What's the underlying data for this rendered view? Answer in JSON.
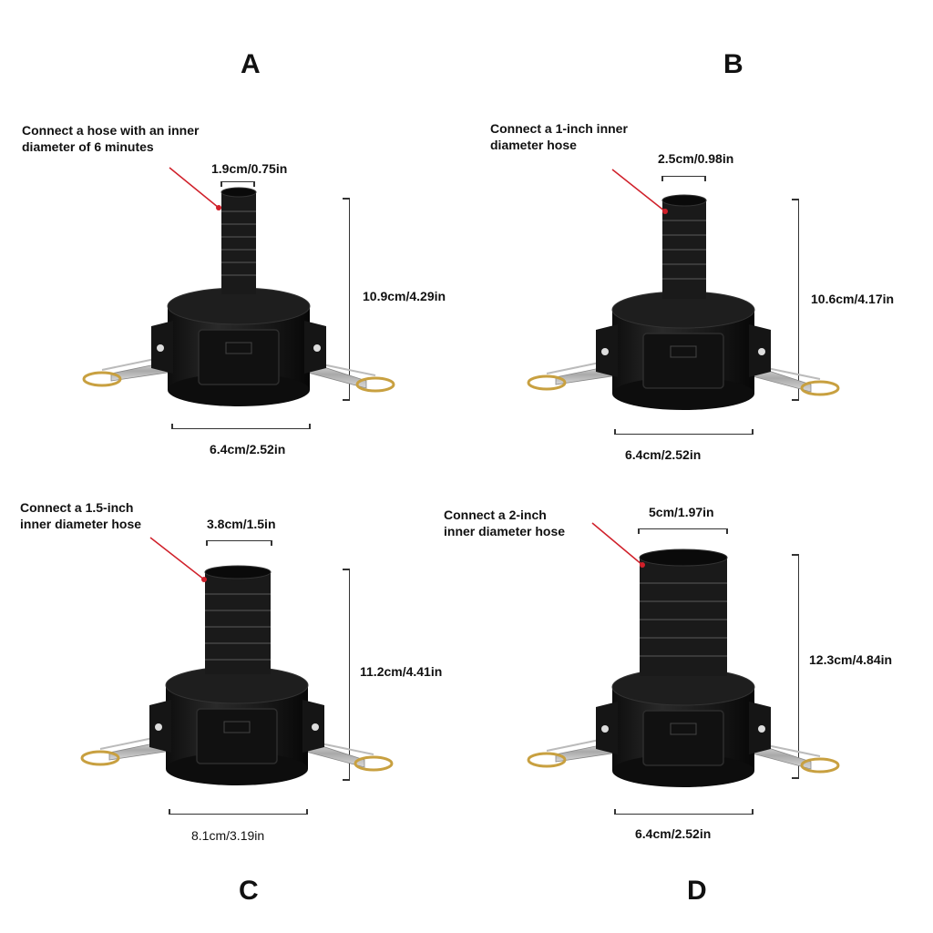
{
  "panels": {
    "a": {
      "letter": "A",
      "note": "Connect a hose with an inner\ndiameter of 6 minutes",
      "top_dim": "1.9cm/0.75in",
      "height_dim": "10.9cm/4.29in",
      "width_dim": "6.4cm/2.52in"
    },
    "b": {
      "letter": "B",
      "note": "Connect a 1-inch inner\ndiameter hose",
      "top_dim": "2.5cm/0.98in",
      "height_dim": "10.6cm/4.17in",
      "width_dim": "6.4cm/2.52in"
    },
    "c": {
      "letter": "C",
      "note": "Connect a 1.5-inch\ninner diameter hose",
      "top_dim": "3.8cm/1.5in",
      "height_dim": "11.2cm/4.41in",
      "width_dim": "8.1cm/3.19in"
    },
    "d": {
      "letter": "D",
      "note": "Connect a 2-inch\ninner diameter hose",
      "top_dim": "5cm/1.97in",
      "height_dim": "12.3cm/4.84in",
      "width_dim": "6.4cm/2.52in"
    }
  },
  "colors": {
    "body": "#1a1a1a",
    "pointer": "#d0202a",
    "dimension_line": "#333333"
  }
}
